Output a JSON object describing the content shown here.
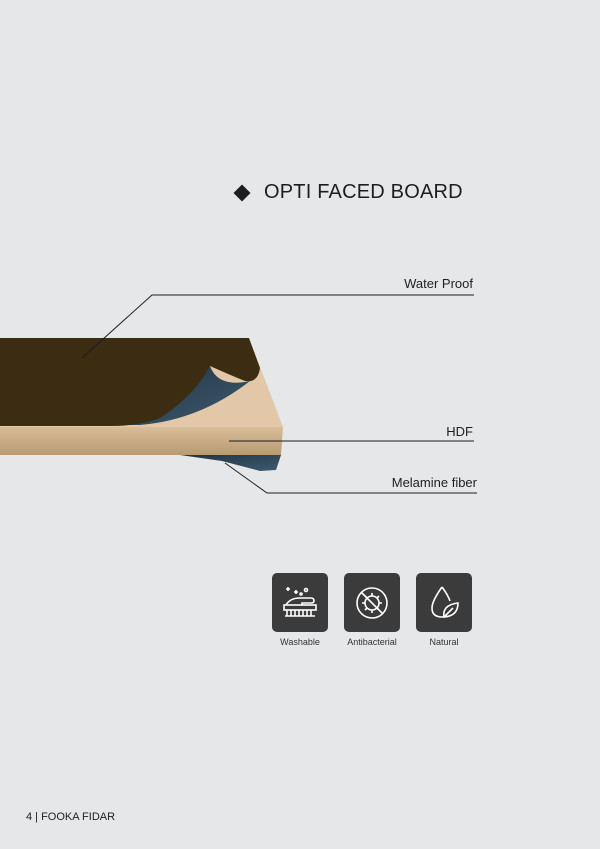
{
  "title": "OPTI FACED BOARD",
  "layers": {
    "water_proof": "Water Proof",
    "hdf": "HDF",
    "melamine": "Melamine fiber"
  },
  "features": [
    {
      "label": "Washable",
      "icon": "brush-icon"
    },
    {
      "label": "Antibacterial",
      "icon": "no-bacteria-icon"
    },
    {
      "label": "Natural",
      "icon": "drop-leaf-icon"
    }
  ],
  "footer": "4 | FOOKA FIDAR",
  "colors": {
    "background": "#e6e7e9",
    "laminate": "#3b2c12",
    "hdf": "#d4b48e",
    "melamine": "#2c4254",
    "icon_bg": "#3b3b3b"
  }
}
